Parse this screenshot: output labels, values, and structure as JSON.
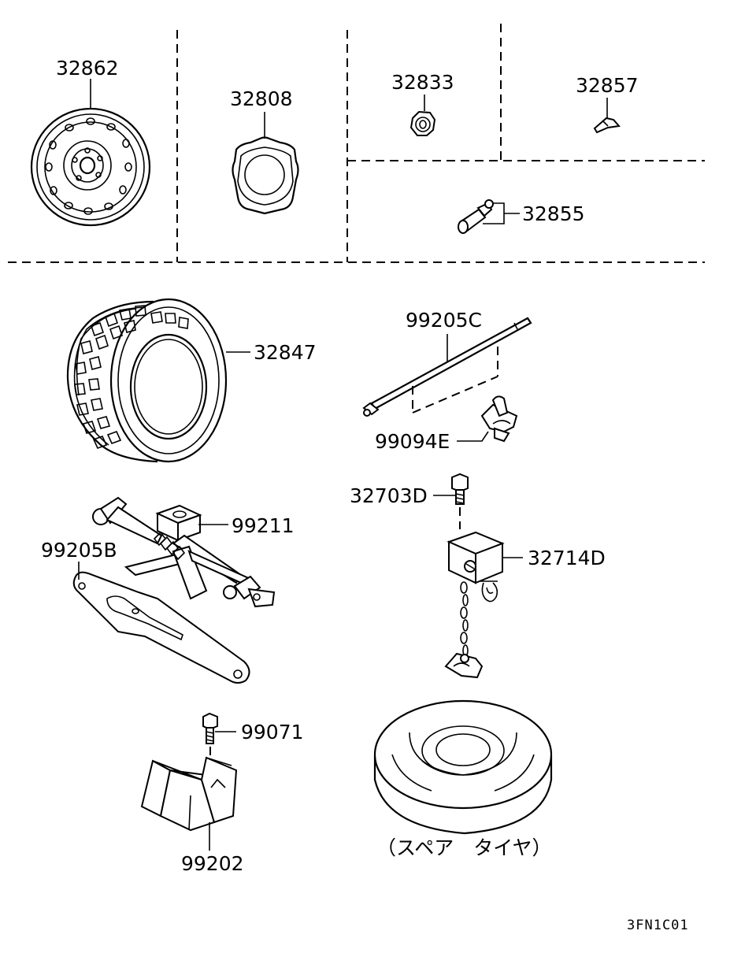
{
  "labels": {
    "p32862": "32862",
    "p32808": "32808",
    "p32833": "32833",
    "p32857": "32857",
    "p32855": "32855",
    "p32847": "32847",
    "p99205c": "99205C",
    "p99094e": "99094E",
    "p32703d": "32703D",
    "p99211": "99211",
    "p99205b": "99205B",
    "p32714d": "32714D",
    "p99071": "99071",
    "p99202": "99202"
  },
  "spare_tire_caption": "（スペア　タイヤ）",
  "diagram_code": "3FN1C01"
}
